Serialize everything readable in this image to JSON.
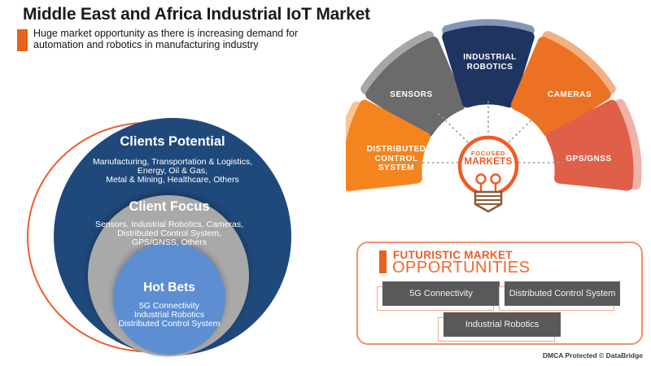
{
  "header": {
    "title": "Middle East and Africa Industrial IoT Market",
    "subtitle_line1": "Huge market opportunity as there is increasing demand for",
    "subtitle_line2": "automation and robotics in manufacturing industry"
  },
  "venn": {
    "outer": {
      "title": "Clients Potential",
      "lines": [
        "Manufacturing, Transportation & Logistics,",
        "Energy, Oil & Gas,",
        "Metal & Mining, Healthcare, Others"
      ]
    },
    "middle": {
      "title": "Client Focus",
      "lines": [
        "Sensors, Industrial Robotics, Cameras,",
        "Distributed Control System,",
        "GPS/GNSS, Others"
      ]
    },
    "inner": {
      "title": "Hot Bets",
      "lines": [
        "5G Connectivity",
        "Industrial Robotics",
        "Distributed Control System"
      ]
    }
  },
  "fan": {
    "hub": {
      "line1": "FOCUSED",
      "line2": "MARKETS",
      "icon": "lightbulb"
    },
    "petals": {
      "sensors": {
        "lines": [
          "SENSORS"
        ],
        "color": "#6b6b6b"
      },
      "industrial_robotics": {
        "lines": [
          "INDUSTRIAL",
          "ROBOTICS"
        ],
        "color": "#1e3461"
      },
      "cameras": {
        "lines": [
          "CAMERAS"
        ],
        "color": "#ed7123"
      },
      "distributed_control_system": {
        "lines": [
          "DISTRIBUTED",
          "CONTROL",
          "SYSTEM"
        ],
        "color": "#f5841f"
      },
      "gps_gnss": {
        "lines": [
          "GPS/GNSS"
        ],
        "color": "#e05f48"
      }
    }
  },
  "opportunities": {
    "heading_line1": "FUTURISTIC MARKET",
    "heading_line2": "OPPORTUNITIES",
    "items": [
      "5G Connectivity",
      "Distributed Control System",
      "Industrial Robotics"
    ]
  },
  "footer": {
    "dmca": "DMCA Protected © DataBridge"
  },
  "colors": {
    "accent_orange": "#f15a24",
    "bar_orange": "#e8611f",
    "venn_navy": "#20497b",
    "venn_gray": "#a9a9a9",
    "venn_light_blue": "#5d8ed2",
    "petal_gray": "#6b6b6b",
    "petal_navy": "#1e3461",
    "petal_orange": "#ed7123",
    "petal_bright_orange": "#f5841f",
    "petal_coral": "#e05f48",
    "button_gray": "#595959",
    "bulb_base_brown": "#8a5a35"
  }
}
